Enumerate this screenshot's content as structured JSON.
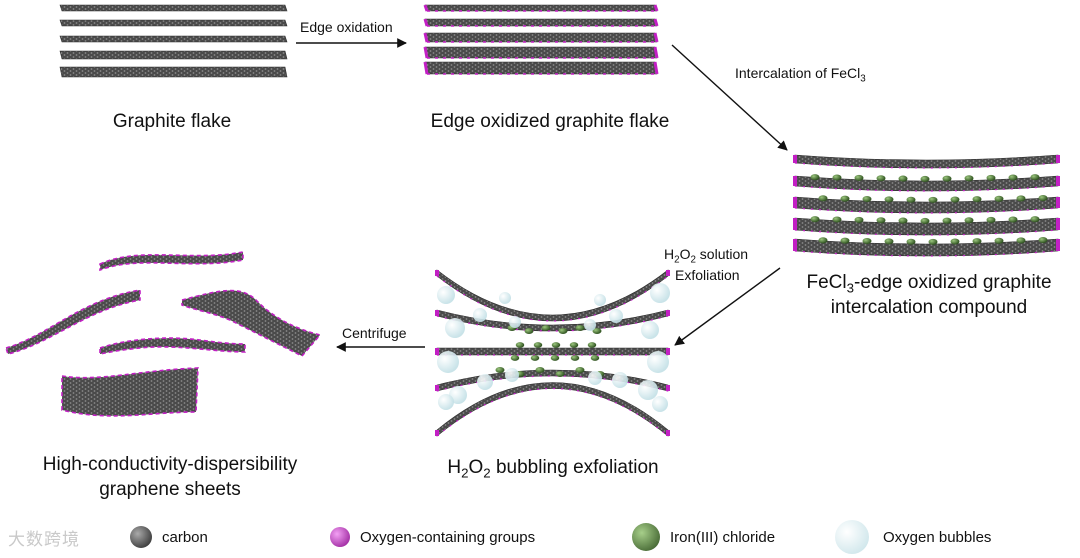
{
  "steps": {
    "graphite": "Graphite flake",
    "edge_oxidized": "Edge oxidized graphite flake",
    "intercalated_line1_pre": "FeCl",
    "intercalated_line1_sub": "3",
    "intercalated_line1_post": "-edge oxidized graphite",
    "intercalated_line2": "intercalation compound",
    "bubbling_pre": "H",
    "bubbling_sub1": "2",
    "bubbling_mid": "O",
    "bubbling_sub2": "2",
    "bubbling_post": " bubbling exfoliation",
    "graphene_line1": "High-conductivity-dispersibility",
    "graphene_line2": "graphene sheets"
  },
  "arrows": {
    "edge_oxidation": "Edge oxidation",
    "intercalation_pre": "Intercalation of FeCl",
    "intercalation_sub": "3",
    "h2o2_pre": "H",
    "h2o2_sub1": "2",
    "h2o2_mid": "O",
    "h2o2_sub2": "2",
    "h2o2_post": " solution",
    "exfoliation": "Exfoliation",
    "centrifuge": "Centrifuge"
  },
  "legend": [
    {
      "label": "carbon",
      "color": "#3a3a3a"
    },
    {
      "label": "Oxygen-containing groups",
      "color": "#c21fc4"
    },
    {
      "label": "Iron(III) chloride",
      "color": "#4f7a35"
    },
    {
      "label": "Oxygen bubbles",
      "color": "#d8ecf0"
    }
  ],
  "watermark": "大数跨境",
  "colors": {
    "carbon": "#3d3d3d",
    "oxygen": "#c21fc4",
    "fecl3": "#4f7a35",
    "bubble": "#d6ebef"
  }
}
